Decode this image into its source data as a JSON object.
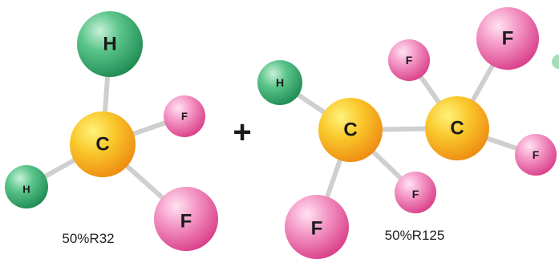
{
  "operator": "+",
  "colors": {
    "carbon": "#f7a21b",
    "hydrogen": "#3aa86b",
    "fluorine": "#e94e9a",
    "bond": "#c8c8c8"
  },
  "molecules": [
    {
      "caption": "50%R32",
      "atoms": [
        {
          "symbol": "C",
          "element": "carbon"
        },
        {
          "symbol": "H",
          "element": "hydrogen"
        },
        {
          "symbol": "H",
          "element": "hydrogen"
        },
        {
          "symbol": "F",
          "element": "fluorine"
        },
        {
          "symbol": "F",
          "element": "fluorine"
        }
      ]
    },
    {
      "caption": "50%R125",
      "atoms": [
        {
          "symbol": "C",
          "element": "carbon"
        },
        {
          "symbol": "C",
          "element": "carbon"
        },
        {
          "symbol": "H",
          "element": "hydrogen"
        },
        {
          "symbol": "F",
          "element": "fluorine"
        },
        {
          "symbol": "F",
          "element": "fluorine"
        },
        {
          "symbol": "F",
          "element": "fluorine"
        },
        {
          "symbol": "F",
          "element": "fluorine"
        },
        {
          "symbol": "F",
          "element": "fluorine"
        }
      ]
    }
  ]
}
